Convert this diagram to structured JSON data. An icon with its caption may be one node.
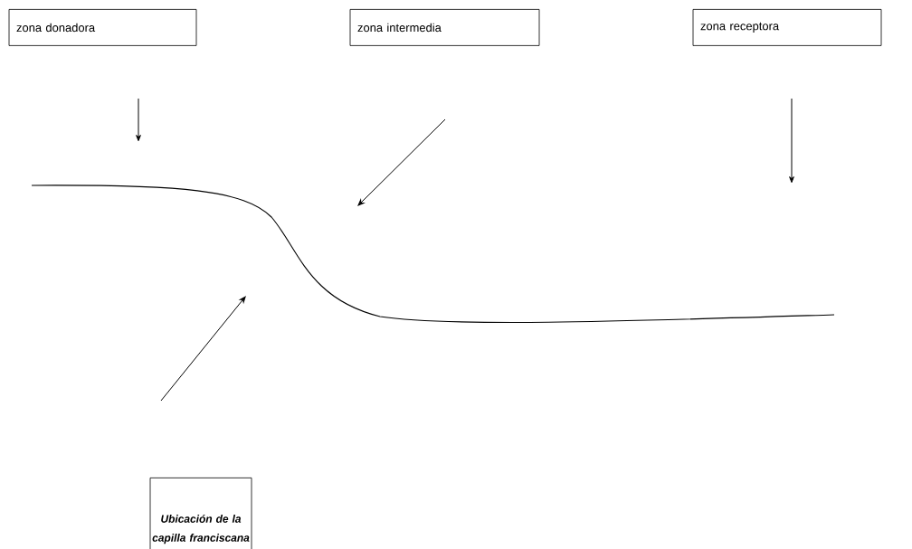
{
  "diagram": {
    "nodes": [
      {
        "text": [
          "zona donadora"
        ]
      },
      {
        "text": [
          "zona intermedia"
        ]
      },
      {
        "text": [
          "zona receptora"
        ]
      },
      {
        "text": [
          "Ubicación de la capilla franciscana"
        ]
      }
    ]
  }
}
